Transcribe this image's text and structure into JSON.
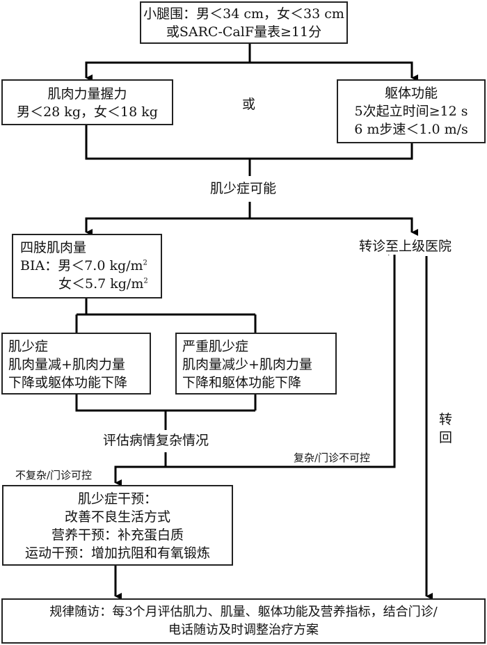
{
  "screening": {
    "lines": [
      "小腿围：男＜34 cm，女＜33 cm",
      "或SARC-CalF量表≥11分"
    ]
  },
  "grip_strength": {
    "lines": [
      "肌肉力量握力",
      "男＜28 kg，女＜18 kg"
    ]
  },
  "or_label": "或",
  "physical_function": {
    "lines": [
      "躯体功能",
      "5次起立时间≥12 s",
      "6 m步速＜1.0 m/s"
    ]
  },
  "possible_sarcopenia": "肌少症可能",
  "limb_muscle_mass": {
    "title": "四肢肌肉量",
    "male_prefix": "BIA：男＜7.0 kg/m",
    "female_prefix": "女＜5.7 kg/m",
    "superscript": "2"
  },
  "referral": "转诊至上级医院",
  "sarcopenia": {
    "lines": [
      "肌少症",
      "肌肉量减+肌肉力量",
      "下降或躯体功能下降"
    ]
  },
  "severe_sarcopenia": {
    "lines": [
      "严重肌少症",
      "肌肉量减少+肌肉力量",
      "下降和躯体功能下降"
    ]
  },
  "assess_complexity": "评估病情复杂情况",
  "complex_uncontrolled": "复杂/门诊不可控",
  "not_complex_controlled": "不复杂/门诊可控",
  "transfer_back": [
    "转",
    "回"
  ],
  "intervention": {
    "lines": [
      "肌少症干预：",
      "改善不良生活方式",
      "营养干预：补充蛋白质",
      "运动干预：增加抗阻和有氧锻炼"
    ]
  },
  "follow_up": {
    "lines": [
      "规律随访：每3个月评估肌力、肌量、躯体功能及营养指标，结合门诊/",
      "电话随访及时调整治疗方案"
    ]
  }
}
